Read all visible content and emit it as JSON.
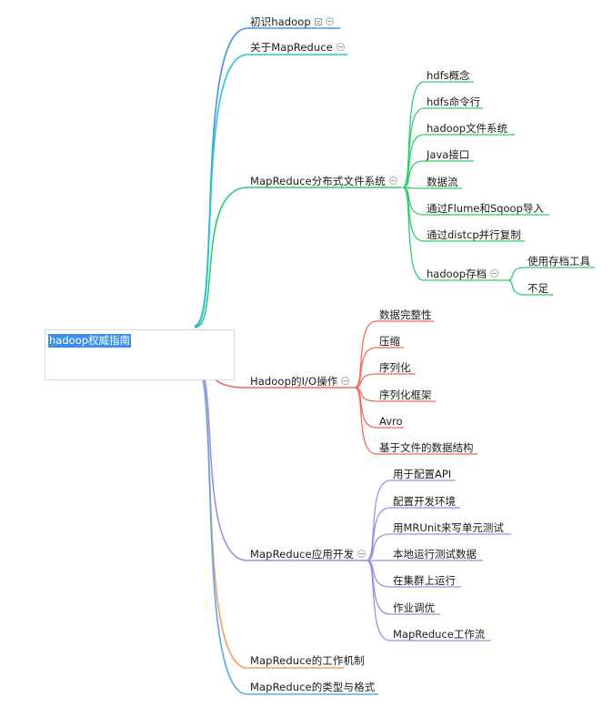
{
  "root": {
    "label": "hadoop权威指南"
  },
  "colors": {
    "blue": "#4a90e2",
    "cyan": "#26c6da",
    "green": "#2ecc71",
    "red": "#f26b5b",
    "purple": "#9c8fe6",
    "orange": "#f5a05a",
    "lightblue": "#5aa9f0"
  },
  "branches": [
    {
      "label": "初识hadoop",
      "has_note": true,
      "collapsible": true,
      "color": "blue",
      "children": []
    },
    {
      "label": "关于MapReduce",
      "collapsible": true,
      "color": "cyan",
      "children": []
    },
    {
      "label": "MapReduce分布式文件系统",
      "collapsible": true,
      "color": "green",
      "children": [
        {
          "label": "hdfs概念"
        },
        {
          "label": "hdfs命令行"
        },
        {
          "label": "hadoop文件系统"
        },
        {
          "label": "Java接口"
        },
        {
          "label": "数据流"
        },
        {
          "label": "通过Flume和Sqoop导入"
        },
        {
          "label": "通过distcp并行复制"
        },
        {
          "label": "hadoop存档",
          "collapsible": true,
          "children": [
            {
              "label": "使用存档工具"
            },
            {
              "label": "不足"
            }
          ]
        }
      ]
    },
    {
      "label": "Hadoop的I/O操作",
      "collapsible": true,
      "color": "red",
      "children": [
        {
          "label": "数据完整性"
        },
        {
          "label": "压缩"
        },
        {
          "label": "序列化"
        },
        {
          "label": "序列化框架"
        },
        {
          "label": "Avro"
        },
        {
          "label": "基于文件的数据结构"
        }
      ]
    },
    {
      "label": "MapReduce应用开发",
      "collapsible": true,
      "color": "purple",
      "children": [
        {
          "label": "用于配置API"
        },
        {
          "label": "配置开发环境"
        },
        {
          "label": "用MRUnit来写单元测试"
        },
        {
          "label": "本地运行测试数据"
        },
        {
          "label": "在集群上运行"
        },
        {
          "label": "作业调优"
        },
        {
          "label": "MapReduce工作流"
        }
      ]
    },
    {
      "label": "MapReduce的工作机制",
      "color": "orange",
      "children": []
    },
    {
      "label": "MapReduce的类型与格式",
      "color": "lightblue",
      "children": []
    }
  ]
}
